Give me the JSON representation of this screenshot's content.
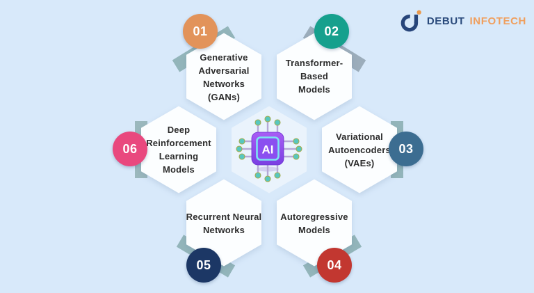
{
  "background_color": "#d8e9fa",
  "accent_ribbon_color": "#93b5ba",
  "logo": {
    "debut": "DEBUT",
    "infotech": "INFOTECH",
    "debut_color": "#2a4a7b",
    "infotech_color": "#f09f5d"
  },
  "center_chip": {
    "label": "AI",
    "body_color": "#8b4ff0",
    "border_color": "#7ce4f2",
    "pin_dot_color": "#57c7c0"
  },
  "items": [
    {
      "number": "01",
      "label": "Generative Adversarial Networks (GANs)",
      "lines": [
        "Generative",
        "Adversarial",
        "Networks",
        "(GANs)"
      ],
      "badge_color": "#e2935a"
    },
    {
      "number": "02",
      "label": "Transformer-Based Models",
      "lines": [
        "Transformer-",
        "Based",
        "Models"
      ],
      "badge_color": "#16a08d"
    },
    {
      "number": "03",
      "label": "Variational Autoencoders (VAEs)",
      "lines": [
        "Variational",
        "Autoencoders",
        "(VAEs)"
      ],
      "badge_color": "#3c6d91"
    },
    {
      "number": "04",
      "label": "Autoregressive Models",
      "lines": [
        "Autoregressive",
        "Models"
      ],
      "badge_color": "#c23730"
    },
    {
      "number": "05",
      "label": "Recurrent Neural Networks",
      "lines": [
        "Recurrent Neural",
        "Networks"
      ],
      "badge_color": "#1c3765"
    },
    {
      "number": "06",
      "label": "Deep Reinforcement Learning Models",
      "lines": [
        "Deep",
        "Reinforcement",
        "Learning",
        "Models"
      ],
      "badge_color": "#e9487e"
    }
  ]
}
